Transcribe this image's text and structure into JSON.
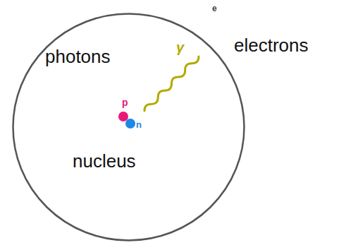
{
  "diagram": {
    "nodes": [
      {
        "text": [
          "photons",
          "nucleus"
        ]
      }
    ],
    "labels": [
      "electrons",
      "e",
      "γ",
      "p",
      "n"
    ]
  }
}
